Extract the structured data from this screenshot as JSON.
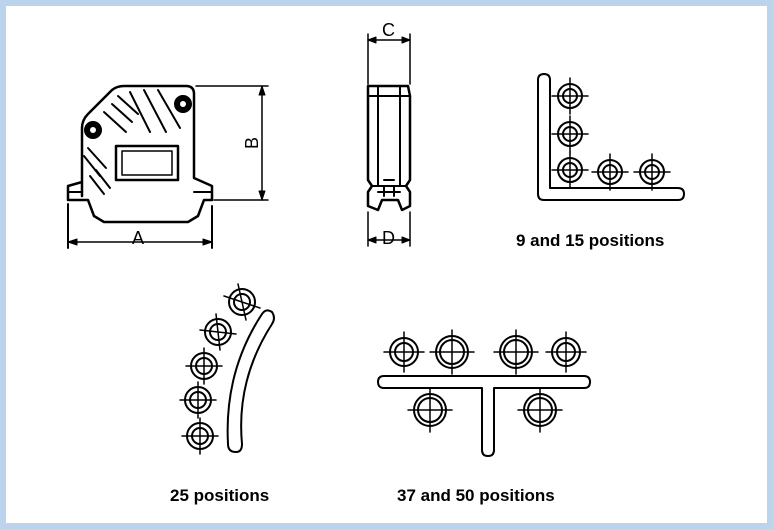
{
  "dimensions": {
    "width_label": "A",
    "height_label": "B",
    "side_top_label": "C",
    "side_bottom_label": "D"
  },
  "captions": {
    "pos_9_15": "9 and 15  positions",
    "pos_25": "25 positions",
    "pos_37_50": "37 and 50 positions"
  },
  "colors": {
    "frame_border": "#bcd3ee",
    "ink": "#000000"
  }
}
